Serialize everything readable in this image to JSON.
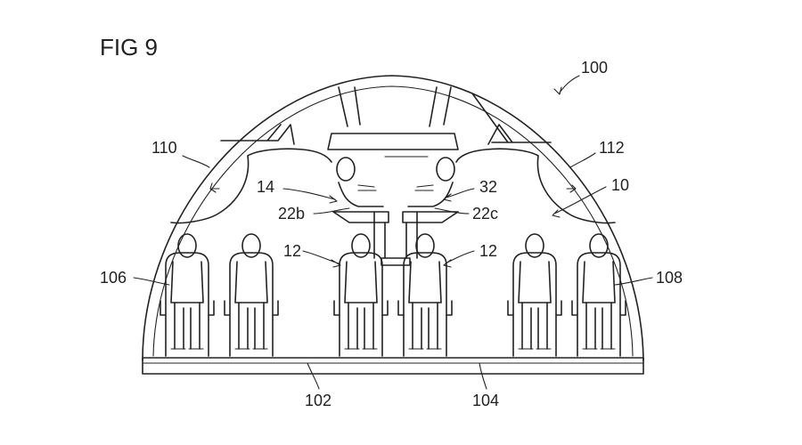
{
  "figure_title": "FIG 9",
  "labels": {
    "l100": "100",
    "l10": "10",
    "l110": "110",
    "l112": "112",
    "l14": "14",
    "l32": "32",
    "l22b": "22b",
    "l22c": "22c",
    "l12a": "12",
    "l12b": "12",
    "l106": "106",
    "l108": "108",
    "l102": "102",
    "l104": "104"
  },
  "colors": {
    "ink": "#222222",
    "paper": "#ffffff"
  }
}
